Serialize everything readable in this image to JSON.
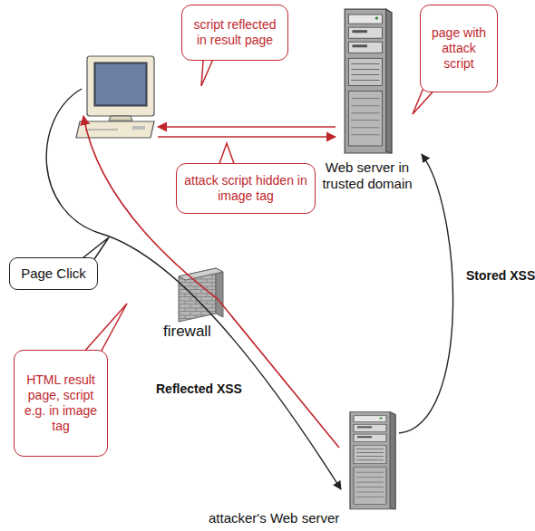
{
  "diagram": {
    "nodes": [
      {
        "text": [
          "script reflected in result page"
        ]
      },
      {
        "text": [
          "page with attack script"
        ]
      },
      {
        "text": [
          "Web server in trusted domain"
        ]
      },
      {
        "text": [
          "attack script hidden in image tag"
        ]
      },
      {
        "text": [
          "Page Click"
        ]
      },
      {
        "text": [
          "HTML result page, script e.g. in image tag"
        ]
      },
      {
        "text": [
          "attacker's Web server"
        ]
      }
    ],
    "edges": [
      {
        "from": 6,
        "to": 2,
        "label": "Stored XSS",
        "arrow": "to"
      }
    ],
    "labels": [
      "firewall",
      "Reflected XSS"
    ]
  }
}
